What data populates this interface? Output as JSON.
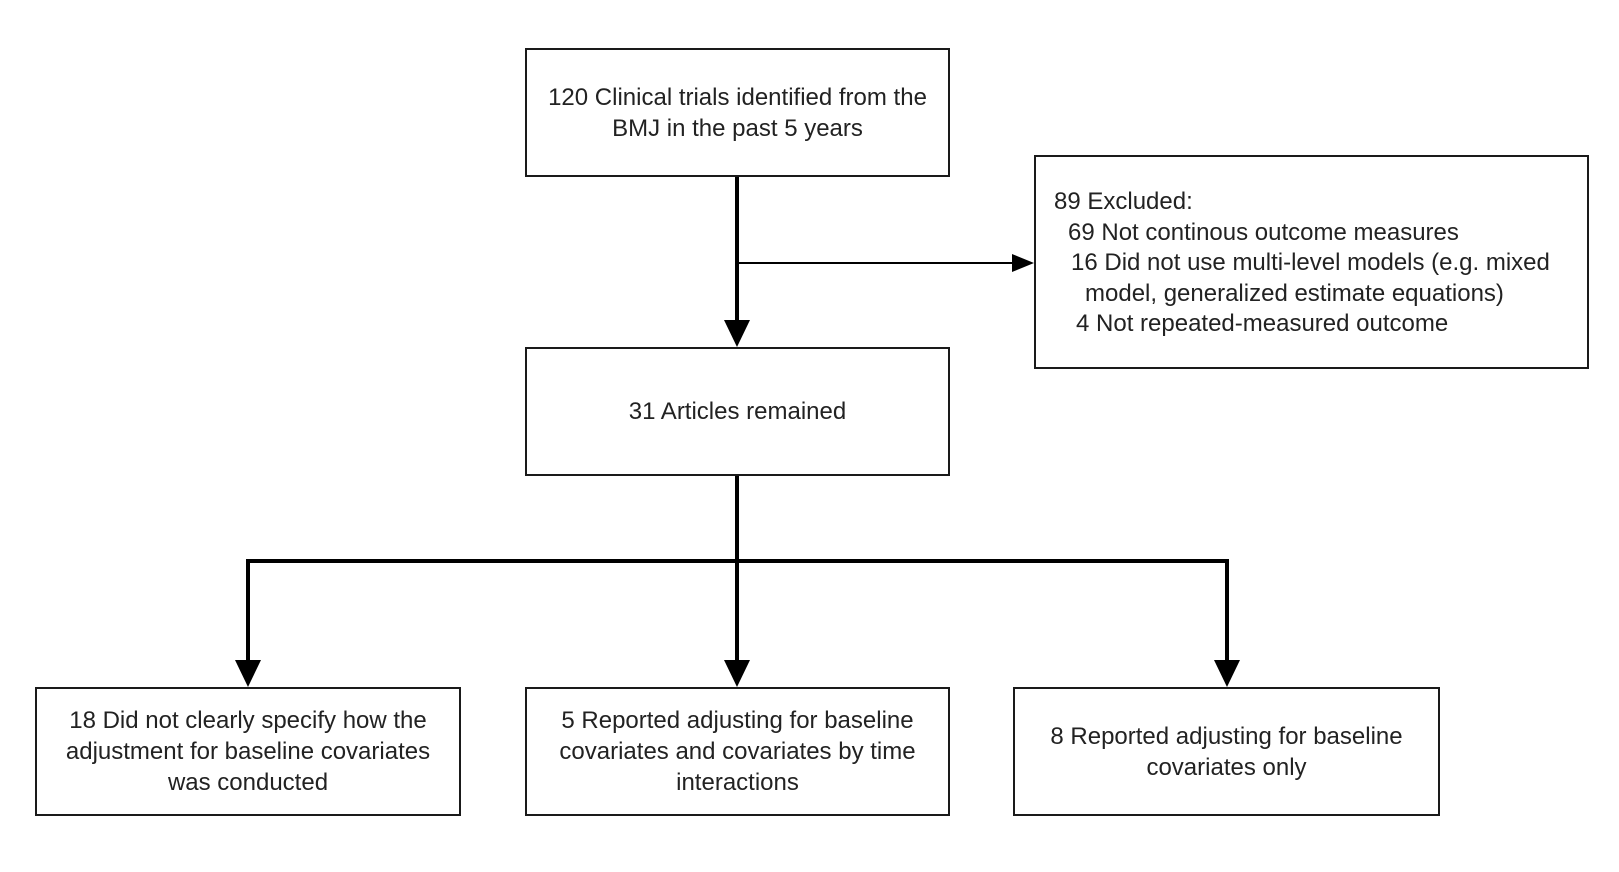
{
  "diagram": {
    "identified": {
      "lines": [
        "120 Clinical trials identified from the",
        "BMJ in the past 5 years"
      ]
    },
    "excluded": {
      "lines": [
        "89 Excluded:",
        "69 Not continous outcome measures",
        "16 Did not use multi-level models (e.g. mixed",
        "model, generalized estimate equations)",
        "4 Not repeated-measured outcome"
      ]
    },
    "remained": {
      "lines": [
        "31 Articles remained"
      ]
    },
    "outcomes": {
      "unclear": {
        "lines": [
          "18 Did not clearly specify how the",
          "adjustment for baseline covariates",
          "was conducted"
        ]
      },
      "time_interaction": {
        "lines": [
          "5 Reported adjusting for baseline",
          "covariates and covariates by time",
          "interactions"
        ]
      },
      "baseline_only": {
        "lines": [
          "8 Reported adjusting for baseline",
          "covariates only"
        ]
      }
    },
    "colors": {
      "line": "#000000",
      "box_border": "#1a1a1a",
      "text": "#222222",
      "background": "#ffffff"
    }
  }
}
